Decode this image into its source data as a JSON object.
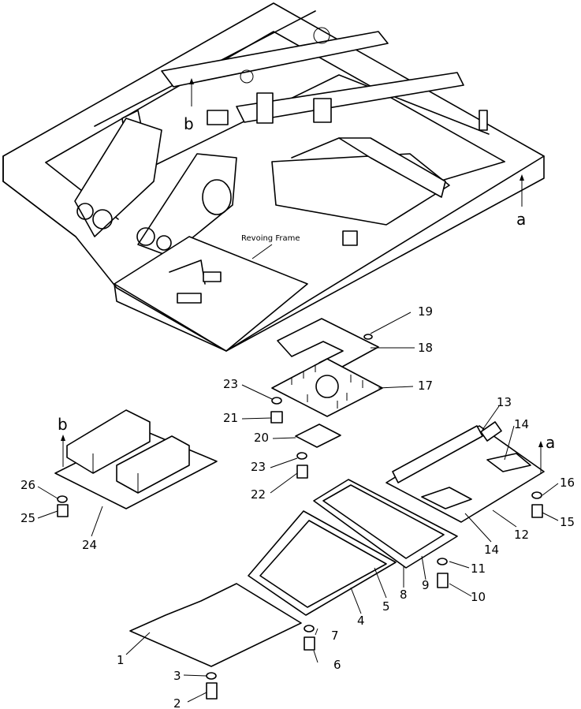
{
  "frame_label": "Revoing Frame",
  "ref_a_top": "a",
  "ref_b_top": "b",
  "ref_a_right": "a",
  "ref_b_left": "b",
  "parts": {
    "p1": "1",
    "p2": "2",
    "p3": "3",
    "p4": "4",
    "p5": "5",
    "p6": "6",
    "p7": "7",
    "p8": "8",
    "p9": "9",
    "p10": "10",
    "p11": "11",
    "p12": "12",
    "p13": "13",
    "p14a": "14",
    "p14b": "14",
    "p15": "15",
    "p16": "16",
    "p17": "17",
    "p18": "18",
    "p19": "19",
    "p20": "20",
    "p21": "21",
    "p22": "22",
    "p23a": "23",
    "p23b": "23",
    "p24": "24",
    "p25": "25",
    "p26": "26"
  }
}
